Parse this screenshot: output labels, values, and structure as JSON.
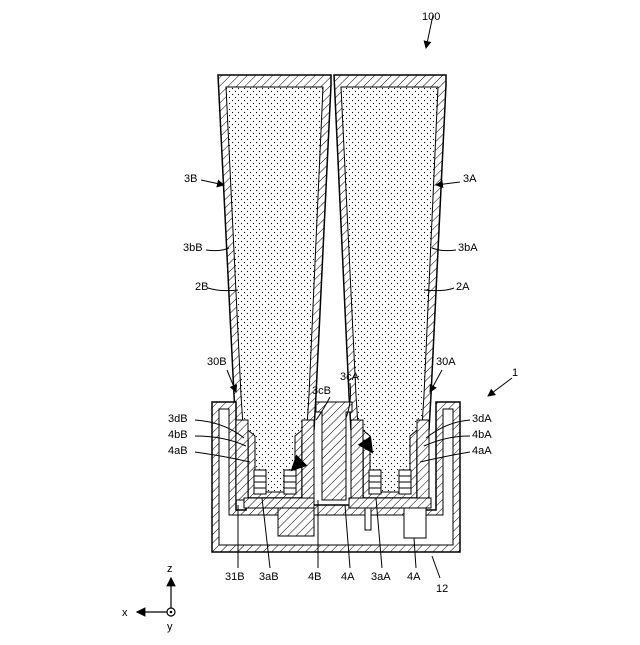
{
  "labels": {
    "figure": "100",
    "assembly": "1",
    "container_a": "3A",
    "container_b": "3B",
    "body_a": "3bA",
    "body_b": "3bB",
    "content_a": "2A",
    "content_b": "2B",
    "holder_a": "30A",
    "holder_b": "30B",
    "neck_a": "3cA",
    "neck_b": "3cB",
    "shoulder_a": "3dA",
    "shoulder_b": "3dB",
    "thread_a": "4bA",
    "thread_b": "4bB",
    "ring_a": "4aA",
    "ring_b": "4aB",
    "base_plate": "31B",
    "mouth_b": "3aB",
    "cap_b": "4B",
    "cap_a_left": "4A",
    "mouth_a": "3aA",
    "cap_a_right": "4A",
    "case": "12"
  },
  "axes": {
    "z": "z",
    "x": "x",
    "y": "y"
  }
}
